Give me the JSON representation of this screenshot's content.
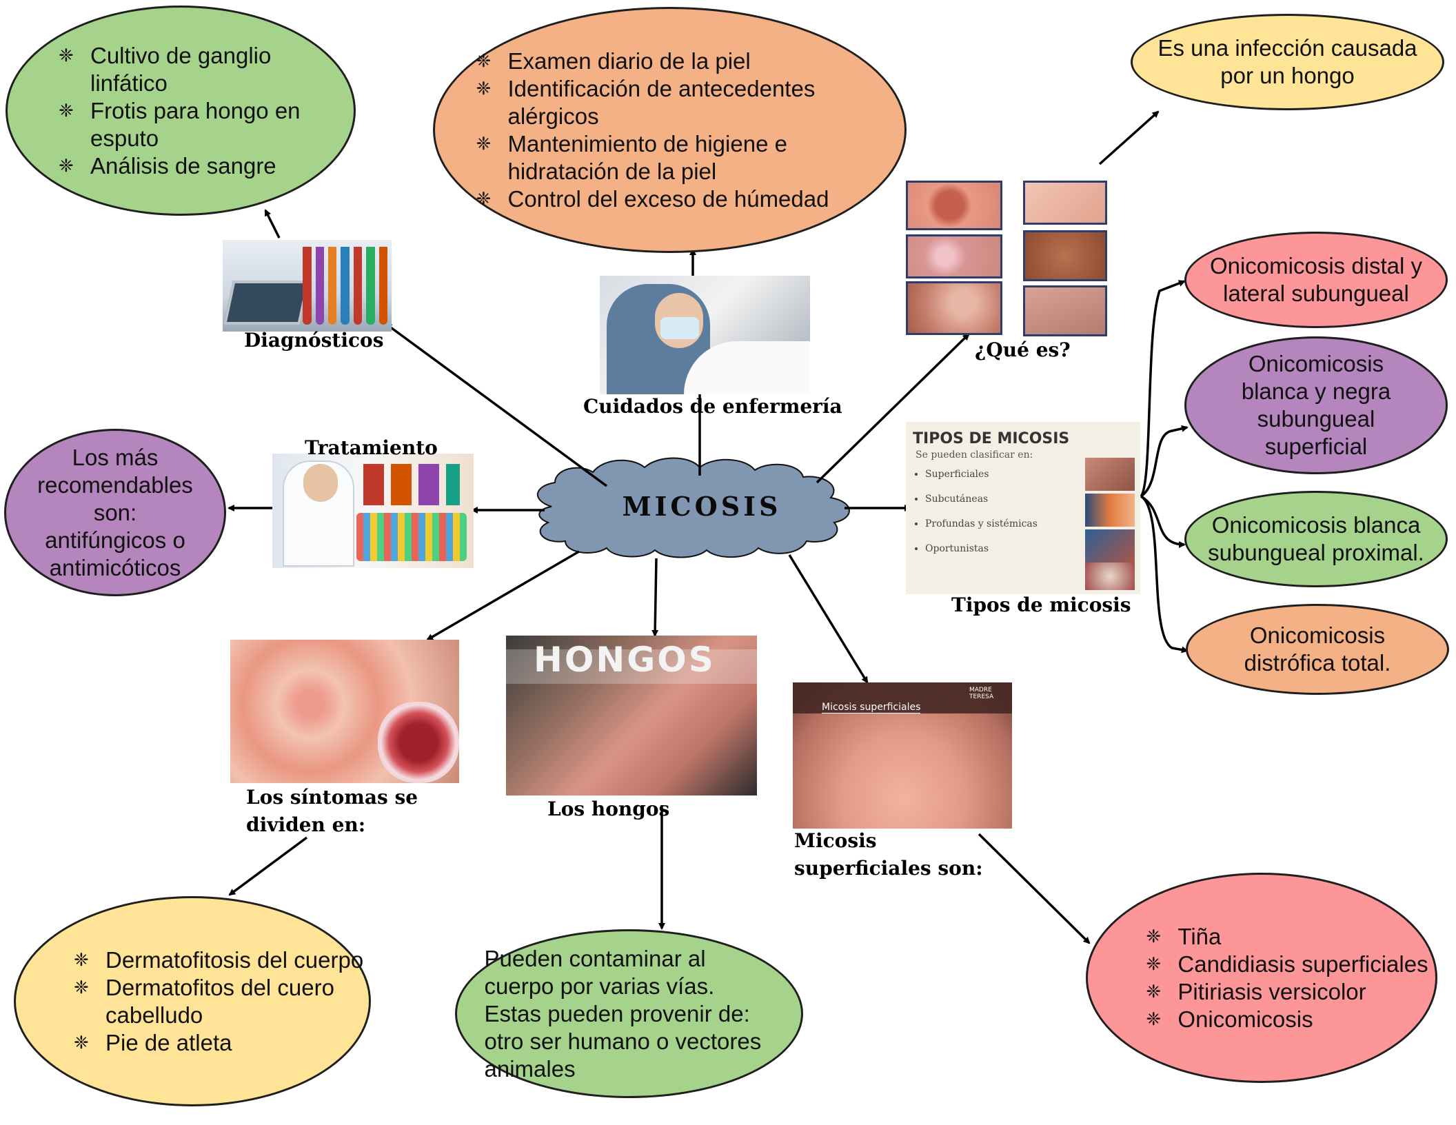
{
  "center": {
    "title": "MICOSIS"
  },
  "nodes": {
    "diagnosticos": {
      "caption": "Diagnósticos",
      "items": [
        "Cultivo de ganglio linfático",
        "Frotis para hongo en esputo",
        "Análisis de sangre"
      ],
      "color": "#a6d38b"
    },
    "cuidados": {
      "caption": "Cuidados de enfermería",
      "items": [
        "Examen diario de la piel",
        "Identificación de antecedentes alérgicos",
        "Mantenimiento de higiene e hidratación de la piel",
        "Control del exceso de húmedad"
      ],
      "color": "#f3b185"
    },
    "que_es": {
      "caption": "¿Qué es?",
      "text": "Es una infección causada por un hongo",
      "color": "#ffe396"
    },
    "tipos": {
      "caption": "Tipos de micosis",
      "slide_title": "TIPOS DE MICOSIS",
      "slide_subtitle": "Se pueden clasificar en:",
      "slide_items": [
        "Superficiales",
        "Subcutáneas",
        "Profundas y sistémicas",
        "Oportunistas"
      ],
      "subtypes": [
        {
          "text": "Onicomicosis distal y lateral subungueal",
          "color": "#fc9698"
        },
        {
          "text": "Onicomicosis blanca y negra subungueal superficial",
          "color": "#b585bd"
        },
        {
          "text": "Onicomicosis blanca subungueal proximal.",
          "color": "#a6d38b"
        },
        {
          "text": "Onicomicosis distrófica total.",
          "color": "#f3b185"
        }
      ]
    },
    "tratamiento": {
      "caption": "Tratamiento",
      "text": "Los más recomendables son: antifúngicos o antimicóticos",
      "color": "#b585bd"
    },
    "sintomas": {
      "caption": "Los síntomas se dividen en:",
      "items": [
        "Dermatofitosis del cuerpo",
        "Dermatofitos del cuero cabelludo",
        "Pie de atleta"
      ],
      "color": "#ffe396"
    },
    "hongos": {
      "caption": "Los hongos",
      "photo_word": "HONGOS",
      "text": "Pueden contaminar al cuerpo por varias vías. Estas pueden provenir de: otro ser humano o vectores animales",
      "color": "#a6d38b"
    },
    "superficiales": {
      "caption": "Micosis superficiales son:",
      "photo_label": "Micosis superficiales",
      "photo_logo": "MADRE TERESA",
      "items": [
        "Tiña",
        "Candidiasis superficiales",
        "Pitiriasis versicolor",
        "Onicomicosis"
      ],
      "color": "#fc9698"
    }
  },
  "colors": {
    "cloud": "#8196b0",
    "line": "#000000"
  }
}
